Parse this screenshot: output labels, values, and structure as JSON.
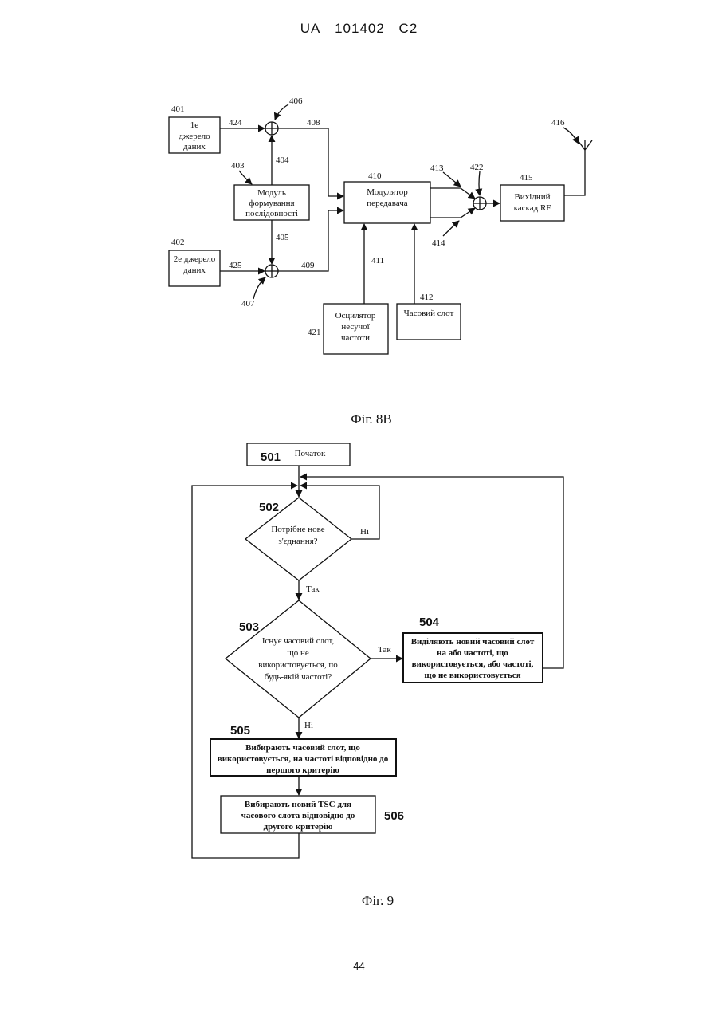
{
  "header": {
    "country": "UA",
    "number": "101402",
    "kind": "C2"
  },
  "page_number": "44",
  "fig8b": {
    "caption": "Фіг. 8В",
    "labels": {
      "l401": "401",
      "l402": "402",
      "l403": "403",
      "l404": "404",
      "l405": "405",
      "l406": "406",
      "l407": "407",
      "l408": "408",
      "l409": "409",
      "l410": "410",
      "l411": "411",
      "l412": "412",
      "l413": "413",
      "l414": "414",
      "l415": "415",
      "l416": "416",
      "l421": "421",
      "l422": "422",
      "l424": "424",
      "l425": "425"
    },
    "source1": {
      "line1": "1е",
      "line2": "джерело",
      "line3": "даних"
    },
    "source2": {
      "line1": "2е джерело",
      "line2": "даних"
    },
    "seq_module": {
      "line1": "Модуль",
      "line2": "формування",
      "line3": "послідовності"
    },
    "modulator": {
      "line1": "Модулятор",
      "line2": "передавача"
    },
    "rf_stage": {
      "line1": "Вихідний",
      "line2": "каскад RF"
    },
    "oscillator": {
      "line1": "Осцилятор",
      "line2": "несучої",
      "line3": "частоти"
    },
    "timeslot": {
      "line1": "Часовий слот"
    }
  },
  "fig9": {
    "caption": "Фіг. 9",
    "s501": {
      "num": "501",
      "text": "Початок"
    },
    "s502": {
      "num": "502",
      "line1": "Потрібне нове",
      "line2": "з'єднання?",
      "no": "Ні",
      "yes": "Так"
    },
    "s503": {
      "num": "503",
      "line1": "Існує часовий слот,",
      "line2": "що не",
      "line3": "використовується, по",
      "line4": "будь-якій частоті?",
      "yes": "Так",
      "no": "Ні"
    },
    "s504": {
      "num": "504",
      "line1": "Виділяють новий часовий слот",
      "line2": "на або частоті, що",
      "line3": "використовується, або частоті,",
      "line4": "що не використовується"
    },
    "s505": {
      "num": "505",
      "line1": "Вибирають часовий слот, що",
      "line2": "використовується, на частоті відповідно до",
      "line3": "першого критерію"
    },
    "s506": {
      "num": "506",
      "line1": "Вибирають новий TSC для",
      "line2": "часового слота відповідно до",
      "line3": "другого критерію"
    }
  }
}
